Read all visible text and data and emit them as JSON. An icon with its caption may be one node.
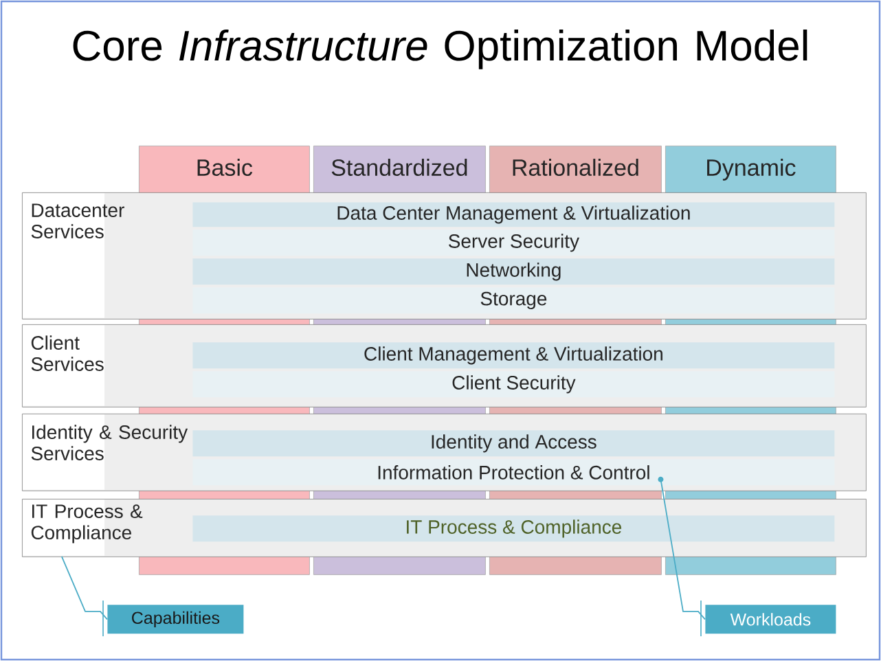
{
  "diagram": {
    "title": "Core *Infrastructure* Optimization Model",
    "nodes": [
      {
        "text": [
          "Basic"
        ]
      },
      {
        "text": [
          "Standardized"
        ]
      },
      {
        "text": [
          "Rationalized"
        ]
      },
      {
        "text": [
          "Dynamic"
        ]
      },
      {
        "text": [
          "Datacenter Services"
        ]
      },
      {
        "text": [
          "Data Center Management & Virtualization"
        ],
        "in": 4
      },
      {
        "text": [
          "Server Security"
        ],
        "in": 4
      },
      {
        "text": [
          "Networking"
        ],
        "in": 4
      },
      {
        "text": [
          "Storage"
        ],
        "in": 4
      },
      {
        "text": [
          "Client Services"
        ]
      },
      {
        "text": [
          "Client Management & Virtualization"
        ],
        "in": 9
      },
      {
        "text": [
          "Client Security"
        ],
        "in": 9
      },
      {
        "text": [
          "Identity & Security Services"
        ]
      },
      {
        "text": [
          "Identity and Access"
        ],
        "in": 12
      },
      {
        "text": [
          "Information Protection & Control"
        ],
        "in": 12
      },
      {
        "text": [
          "IT Process & Compliance"
        ]
      },
      {
        "text": [
          "IT Process & Compliance"
        ],
        "in": 15
      },
      {
        "text": [
          "Capabilities"
        ]
      },
      {
        "text": [
          "Workloads"
        ]
      }
    ],
    "edges": [
      {
        "from": 17,
        "to": 15,
        "arrow": "none"
      },
      {
        "from": 18,
        "to": 14,
        "arrow": "to"
      }
    ]
  }
}
